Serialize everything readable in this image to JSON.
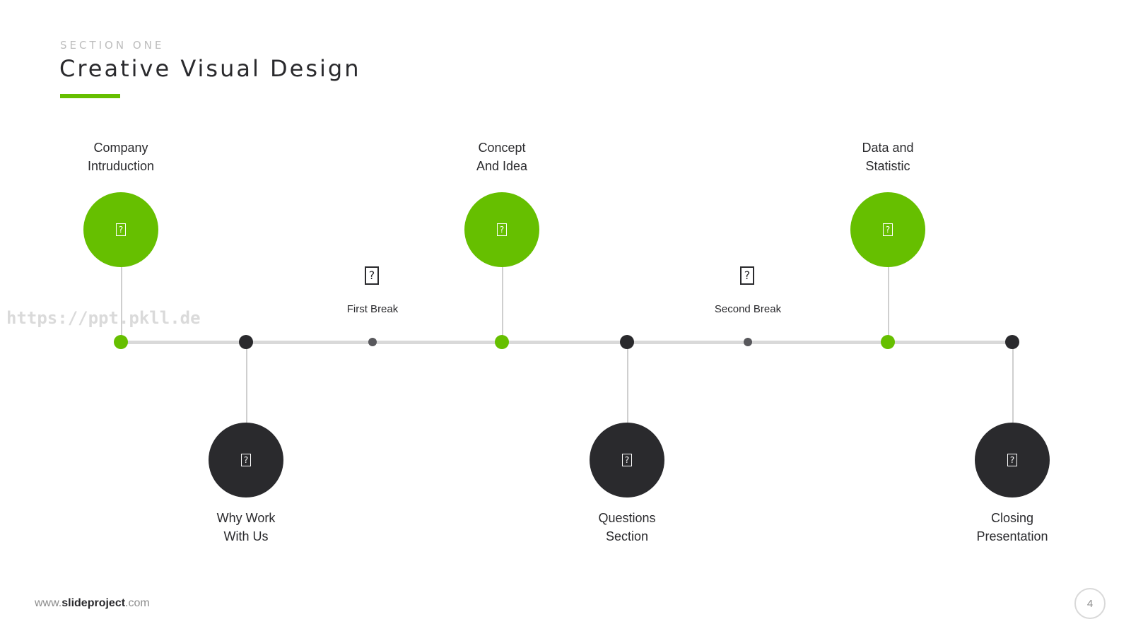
{
  "header": {
    "section_label": "SECTION ONE",
    "title": "Creative Visual Design"
  },
  "colors": {
    "accent": "#66bf00",
    "dark": "#2a2a2d",
    "line": "#d9d9d9"
  },
  "watermark": "https://ppt.pkll.de",
  "timeline": {
    "top_items": [
      {
        "line1": "Company",
        "line2": "Intruduction",
        "icon": "missing-glyph-icon"
      },
      {
        "line1": "Concept",
        "line2": "And Idea",
        "icon": "missing-glyph-icon"
      },
      {
        "line1": "Data and",
        "line2": "Statistic",
        "icon": "missing-glyph-icon"
      }
    ],
    "bottom_items": [
      {
        "line1": "Why Work",
        "line2": "With Us",
        "icon": "missing-glyph-icon"
      },
      {
        "line1": "Questions",
        "line2": "Section",
        "icon": "missing-glyph-icon"
      },
      {
        "line1": "Closing",
        "line2": "Presentation",
        "icon": "missing-glyph-icon"
      }
    ],
    "breaks": [
      {
        "label": "First Break",
        "icon": "missing-glyph-icon"
      },
      {
        "label": "Second Break",
        "icon": "missing-glyph-icon"
      }
    ],
    "icon_glyph": "?"
  },
  "footer": {
    "prefix": "www.",
    "brand": "slideproject",
    "suffix": ".com"
  },
  "page_number": "4"
}
